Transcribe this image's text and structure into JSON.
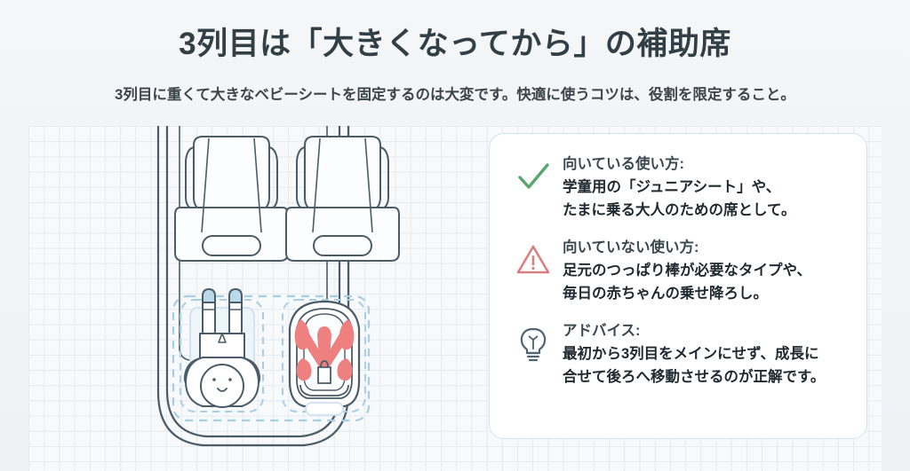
{
  "header": {
    "title": "3列目は「大きくなってから」の補助席",
    "subtitle": "3列目に重くて大きなベビーシートを固定するのは大変です。快適に使うコツは、役割を限定すること。"
  },
  "illustration": {
    "name": "car-top-view-diagram",
    "description": "車内俯瞰図：前席2席と3列目の2席、左側に子ども、右側に赤いハーネスのチャイルドシート",
    "colors": {
      "outline": "#4a5c68",
      "grid": "#e6ebef",
      "dashed_guide": "#a8cde4",
      "harness": "#ef8080",
      "shoe": "#bcd9ea",
      "panel_bg": "#f7f9fb"
    }
  },
  "card": {
    "border_color": "#cfe3ef",
    "background": "#ffffff",
    "rows": [
      {
        "icon": "check-icon",
        "icon_color": "#5aa570",
        "heading": "向いている使い方:",
        "lines": [
          "学童用の「ジュニアシート」や、",
          "たまに乗る大人のための席として。"
        ]
      },
      {
        "icon": "warning-triangle-icon",
        "icon_color": "#d98080",
        "heading": "向いていない使い方:",
        "lines": [
          "足元のつっぱり棒が必要なタイプや、",
          "毎日の赤ちゃんの乗せ降ろし。"
        ]
      },
      {
        "icon": "lightbulb-icon",
        "icon_color": "#4f6570",
        "heading": "アドバイス:",
        "lines": [
          "最初から3列目をメインにせず、成長に",
          "合せて後ろへ移動させるのが正解です。"
        ]
      }
    ]
  }
}
